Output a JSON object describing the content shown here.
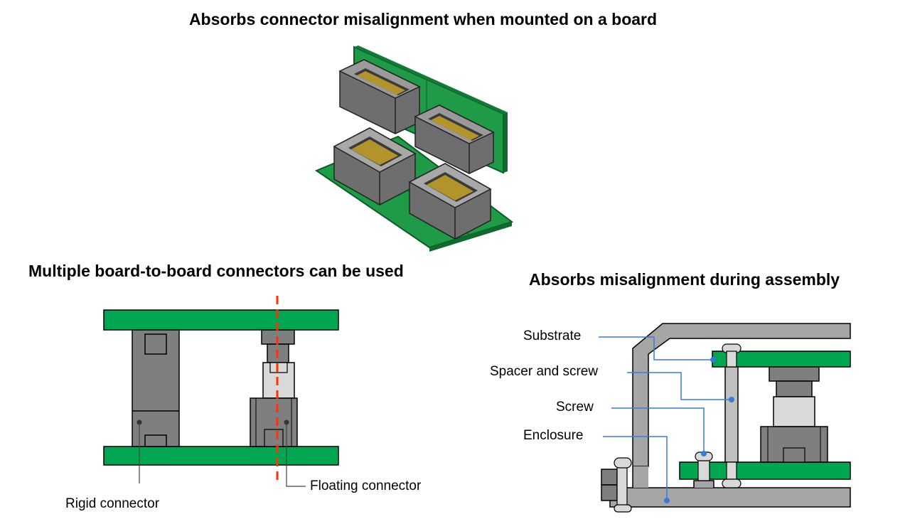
{
  "titles": {
    "top": "Absorbs connector misalignment when mounted on a board",
    "left": "Multiple board-to-board connectors can be used",
    "right": "Absorbs misalignment during assembly"
  },
  "left_diagram": {
    "labels": {
      "rigid": "Rigid connector",
      "floating": "Floating connector"
    }
  },
  "right_diagram": {
    "labels": {
      "substrate": "Substrate",
      "spacer": "Spacer and screw",
      "screw": "Screw",
      "enclosure": "Enclosure"
    }
  },
  "colors": {
    "board_green": "#00a651",
    "connector_gray": "#7f7f7f",
    "enclosure_gray": "#a6a6a6",
    "centerline_red": "#ff3300",
    "leader_blue": "#3a7bd5"
  }
}
